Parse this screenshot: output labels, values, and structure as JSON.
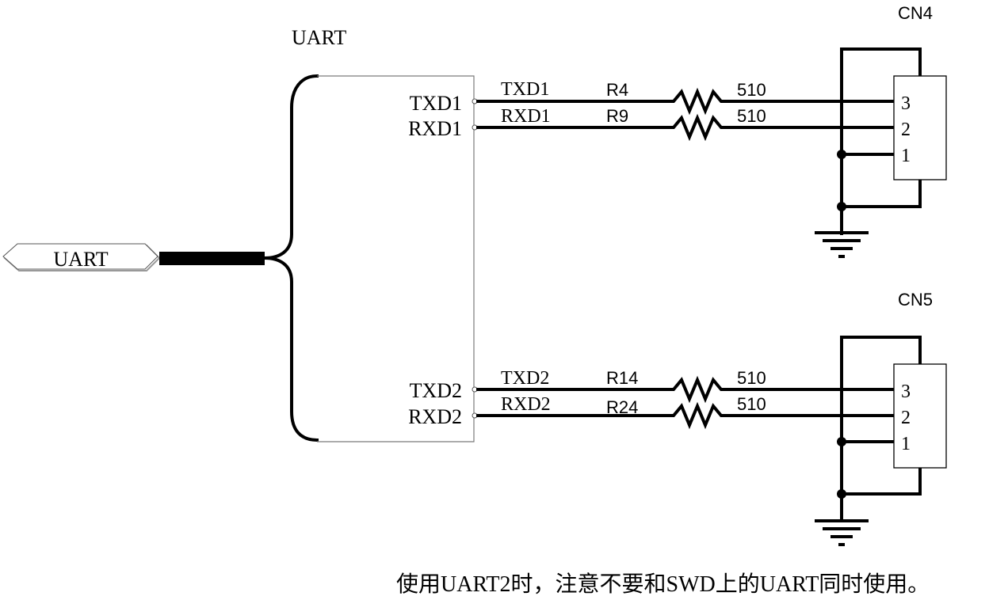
{
  "diagram": {
    "port": {
      "label": "UART"
    },
    "block": {
      "title": "UART",
      "pins": [
        "TXD1",
        "RXD1",
        "TXD2",
        "RXD2"
      ]
    },
    "nets": [
      {
        "name": "TXD1",
        "resistor": "R4",
        "value": "510",
        "connector_pin": "3"
      },
      {
        "name": "RXD1",
        "resistor": "R9",
        "value": "510",
        "connector_pin": "2"
      },
      {
        "name": "TXD2",
        "resistor": "R14",
        "value": "510",
        "connector_pin": "3"
      },
      {
        "name": "RXD2",
        "resistor": "R24",
        "value": "510",
        "connector_pin": "2"
      }
    ],
    "connectors": [
      {
        "ref": "CN4",
        "pins": [
          "3",
          "2",
          "1"
        ]
      },
      {
        "ref": "CN5",
        "pins": [
          "3",
          "2",
          "1"
        ]
      }
    ],
    "note": "使用UART2时，注意不要和SWD上的UART同时使用。"
  }
}
